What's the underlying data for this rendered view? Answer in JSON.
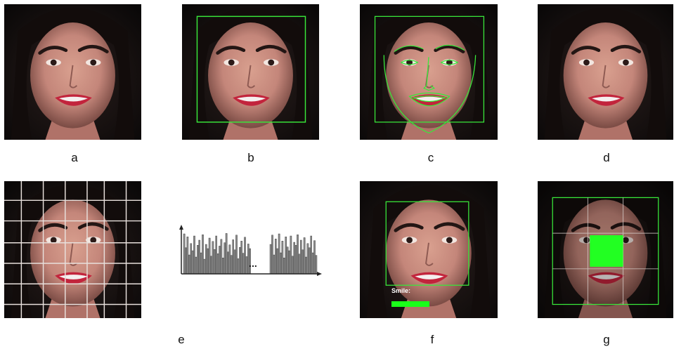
{
  "captions": [
    "a",
    "b",
    "c",
    "d",
    "e",
    "f",
    "g"
  ],
  "panel_f": {
    "label": "Smile:",
    "bar_fraction": 0.45
  },
  "histogram": {
    "ellipsis": "...",
    "left_values": [
      0.95,
      0.62,
      0.88,
      0.45,
      0.72,
      0.55,
      0.9,
      0.4,
      0.68,
      0.8,
      0.5,
      0.93,
      0.35,
      0.7,
      0.6,
      0.85,
      0.42,
      0.77,
      0.58,
      0.9,
      0.48,
      0.66,
      0.82,
      0.38,
      0.74,
      0.96,
      0.52,
      0.69,
      0.44,
      0.81,
      0.57,
      0.92,
      0.36,
      0.63,
      0.78,
      0.49,
      0.87,
      0.41,
      0.71,
      0.6
    ],
    "right_values": [
      0.7,
      0.92,
      0.45,
      0.83,
      0.6,
      0.95,
      0.5,
      0.78,
      0.38,
      0.88,
      0.64,
      0.55,
      0.9,
      0.42,
      0.75,
      0.68,
      0.93,
      0.47,
      0.8,
      0.57,
      0.86,
      0.4,
      0.72,
      0.62,
      0.9,
      0.5,
      0.79,
      0.44
    ]
  },
  "colors": {
    "detect": "#39e83a",
    "grid": "#e8e0dc",
    "bar": "#8a8a8a",
    "bar_edge": "#333333",
    "bg": "#0d0a0a"
  },
  "icons": [
    "face-portrait"
  ]
}
